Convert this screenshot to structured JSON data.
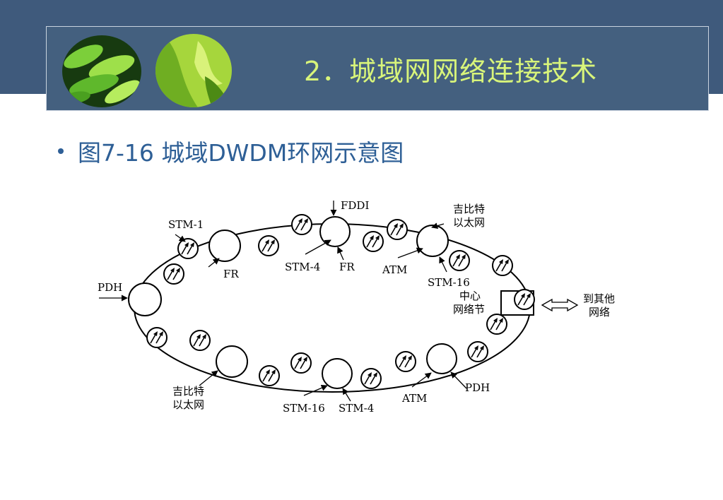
{
  "header": {
    "title": "2．城域网网络连接技术"
  },
  "content": {
    "bullet": "图7-16 城域DWDM环网示意图"
  },
  "diagram": {
    "labels": {
      "fddi": "FDDI",
      "stm1": "STM-1",
      "fr_left": "FR",
      "stm4_top": "STM-4",
      "fr_top": "FR",
      "gige_top_1": "吉比特",
      "gige_top_2": "以太网",
      "atm_top": "ATM",
      "stm16_top": "STM-16",
      "hub_1": "中心",
      "hub_2": "网络节",
      "other_1": "到其他",
      "other_2": "网络",
      "pdh_left": "PDH",
      "gige_bottom_1": "吉比特",
      "gige_bottom_2": "以太网",
      "stm16_bottom": "STM-16",
      "stm4_bottom": "STM-4",
      "atm_bottom": "ATM",
      "pdh_bottom": "PDH"
    }
  },
  "colors": {
    "header_band": "#3f5a7c",
    "header_box": "#44607f",
    "title": "#d8f47a",
    "bullet": "#2e5f96"
  }
}
